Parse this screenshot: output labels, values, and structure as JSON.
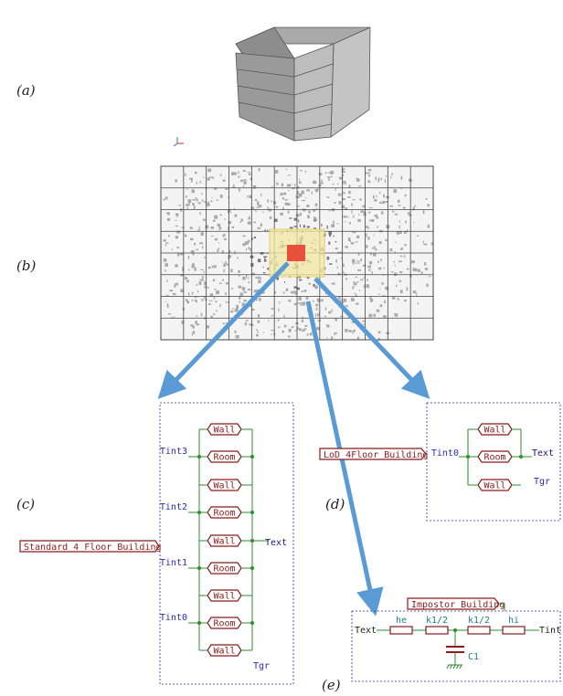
{
  "panels": {
    "a": "(a)",
    "b": "(b)",
    "c": "(c)",
    "d": "(d)",
    "e": "(e)"
  },
  "diagram_c": {
    "title": "Standard_4_Floor_Building",
    "blocks": [
      "Wall",
      "Room",
      "Wall",
      "Room",
      "Wall",
      "Room",
      "Wall",
      "Room",
      "Wall"
    ],
    "nodes": [
      "Tint3",
      "Tint2",
      "Tint1",
      "Tint0"
    ],
    "text_node": "Text",
    "ground_node": "Tgr"
  },
  "diagram_d": {
    "title": "LoD_4Floor_Building",
    "blocks": [
      "Wall",
      "Room",
      "Wall"
    ],
    "node": "Tint0",
    "text_node": "Text",
    "ground_node": "Tgr"
  },
  "diagram_e": {
    "title": "Impostor_Building",
    "left": "Text",
    "right": "Tint",
    "resistors": [
      "he",
      "k1/2",
      "k1/2",
      "hi"
    ],
    "capacitor": "C1"
  },
  "colors": {
    "arrow": "#5b9bd5",
    "highlight_outer": "#f3e8a0",
    "highlight_inner": "#e9503b",
    "wire": "#2e8b2e",
    "block": "#8b1a1a",
    "frame": "#2b2bb5"
  }
}
